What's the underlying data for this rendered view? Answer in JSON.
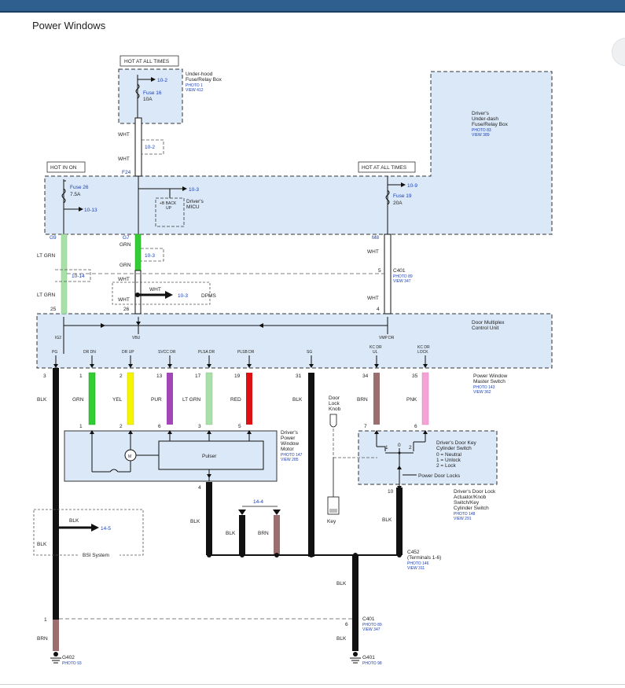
{
  "page": {
    "title": "Power Windows"
  },
  "labels": {
    "hot_all_1": "HOT AT ALL TIMES",
    "hot_on": "HOT IN ON",
    "hot_all_2": "HOT AT ALL TIMES",
    "underhood": [
      "Under-hood",
      "Fuse/Relay Box"
    ],
    "underhood_ref": [
      "PHOTO 1",
      "VIEW 412"
    ],
    "fuse16": [
      "Fuse 16",
      "10A"
    ],
    "fuse26": [
      "Fuse 26",
      "7.5A"
    ],
    "fuse19": [
      "Fuse 19",
      "20A"
    ],
    "ref_10_2": "10-2",
    "ref_10_3": "10-3",
    "ref_10_13": "10-13",
    "ref_10_14": "10-14",
    "ref_10_9": "10-9",
    "ref_14_4": "14-4",
    "ref_14_5": "14-5",
    "underdash": [
      "Driver's",
      "Under-dash",
      "Fuse/Relay Box"
    ],
    "underdash_ref": [
      "PHOTO 83",
      "VIEW 389"
    ],
    "micu": [
      "Driver's",
      "MICU"
    ],
    "backup": [
      "+B BACK",
      "UP"
    ],
    "f24": "F24",
    "g9": "G9",
    "g7": "G7",
    "m8": "M8",
    "wht": "WHT",
    "grn": "GRN",
    "lt_grn": "LT GRN",
    "blk": "BLK",
    "brn": "BRN",
    "yel": "YEL",
    "pur": "PUR",
    "red": "RED",
    "pnk": "PNK",
    "dpms": "DPMS",
    "c401": "C401",
    "c401_ref": [
      "PHOTO 89",
      "VIEW 347"
    ],
    "dmcu": [
      "Door Multiplex",
      "Control Unit"
    ],
    "ig2": "IG2",
    "vbu": "VBU",
    "vmp_dr": "VMP DR",
    "pins": {
      "p3": "3",
      "p1": "1",
      "p2": "2",
      "p13": "13",
      "p17": "17",
      "p19": "19",
      "p31": "31",
      "p34": "34",
      "p35": "35",
      "p25": "25",
      "p26": "26",
      "p4": "4",
      "p5": "5",
      "p6": "6",
      "p7": "7",
      "p10": "10"
    },
    "term": {
      "pg": "PG",
      "dr_dn": "DR DN",
      "dr_up": "DR UP",
      "svcc": "SVCC DR",
      "plsa": "PLSA DR",
      "plsb": "PLSB DR",
      "sg": "SG",
      "kc_ul": [
        "KC DR",
        "UL"
      ],
      "kc_lock": [
        "KC DR",
        "LOCK"
      ]
    },
    "pwms": [
      "Power Window",
      "Master Switch"
    ],
    "pwms_ref": [
      "PHOTO 143",
      "VIEW 362"
    ],
    "door_lock_knob": [
      "Door",
      "Lock",
      "Knob"
    ],
    "motor": [
      "Driver's",
      "Power",
      "Window",
      "Motor"
    ],
    "motor_ref": [
      "PHOTO 147",
      "VIEW 285"
    ],
    "pulser": "Pulser",
    "motor_m": "M",
    "key_cyl": [
      "Driver's Door Key",
      "Cylinder Switch",
      "0 = Neutral",
      "1 = Unlock",
      "2 = Lock"
    ],
    "sw_pos": {
      "a": "1",
      "b": "0",
      "c": "2"
    },
    "pdl": "Power Door Locks",
    "actuator": [
      "Driver's Door Lock",
      "Actuator/Knob",
      "Switch/Key",
      "Cylinder Switch"
    ],
    "actuator_ref": [
      "PHOTO 148",
      "VIEW 291"
    ],
    "key": "Key",
    "bsi": "BSI System",
    "c452": [
      "C452",
      "(Terminals 1-6)"
    ],
    "c452_ref": [
      "PHOTO 146",
      "VIEW 311"
    ],
    "g402": "G402",
    "g402_ref": "PHOTO 93",
    "g401": "G401",
    "g401_ref": "PHOTO 98"
  },
  "colors": {
    "box_fill": "#dbe8f7",
    "ref_blue": "#1b3fb5",
    "wire_grn": "#33cc33",
    "wire_ltgrn": "#a8e0a8",
    "wire_yel": "#f5f500",
    "wire_pur": "#a347b8",
    "wire_red": "#dd1111",
    "wire_brn": "#9c6e6e",
    "wire_pnk": "#f5a3d6",
    "wire_blk": "#111111"
  }
}
